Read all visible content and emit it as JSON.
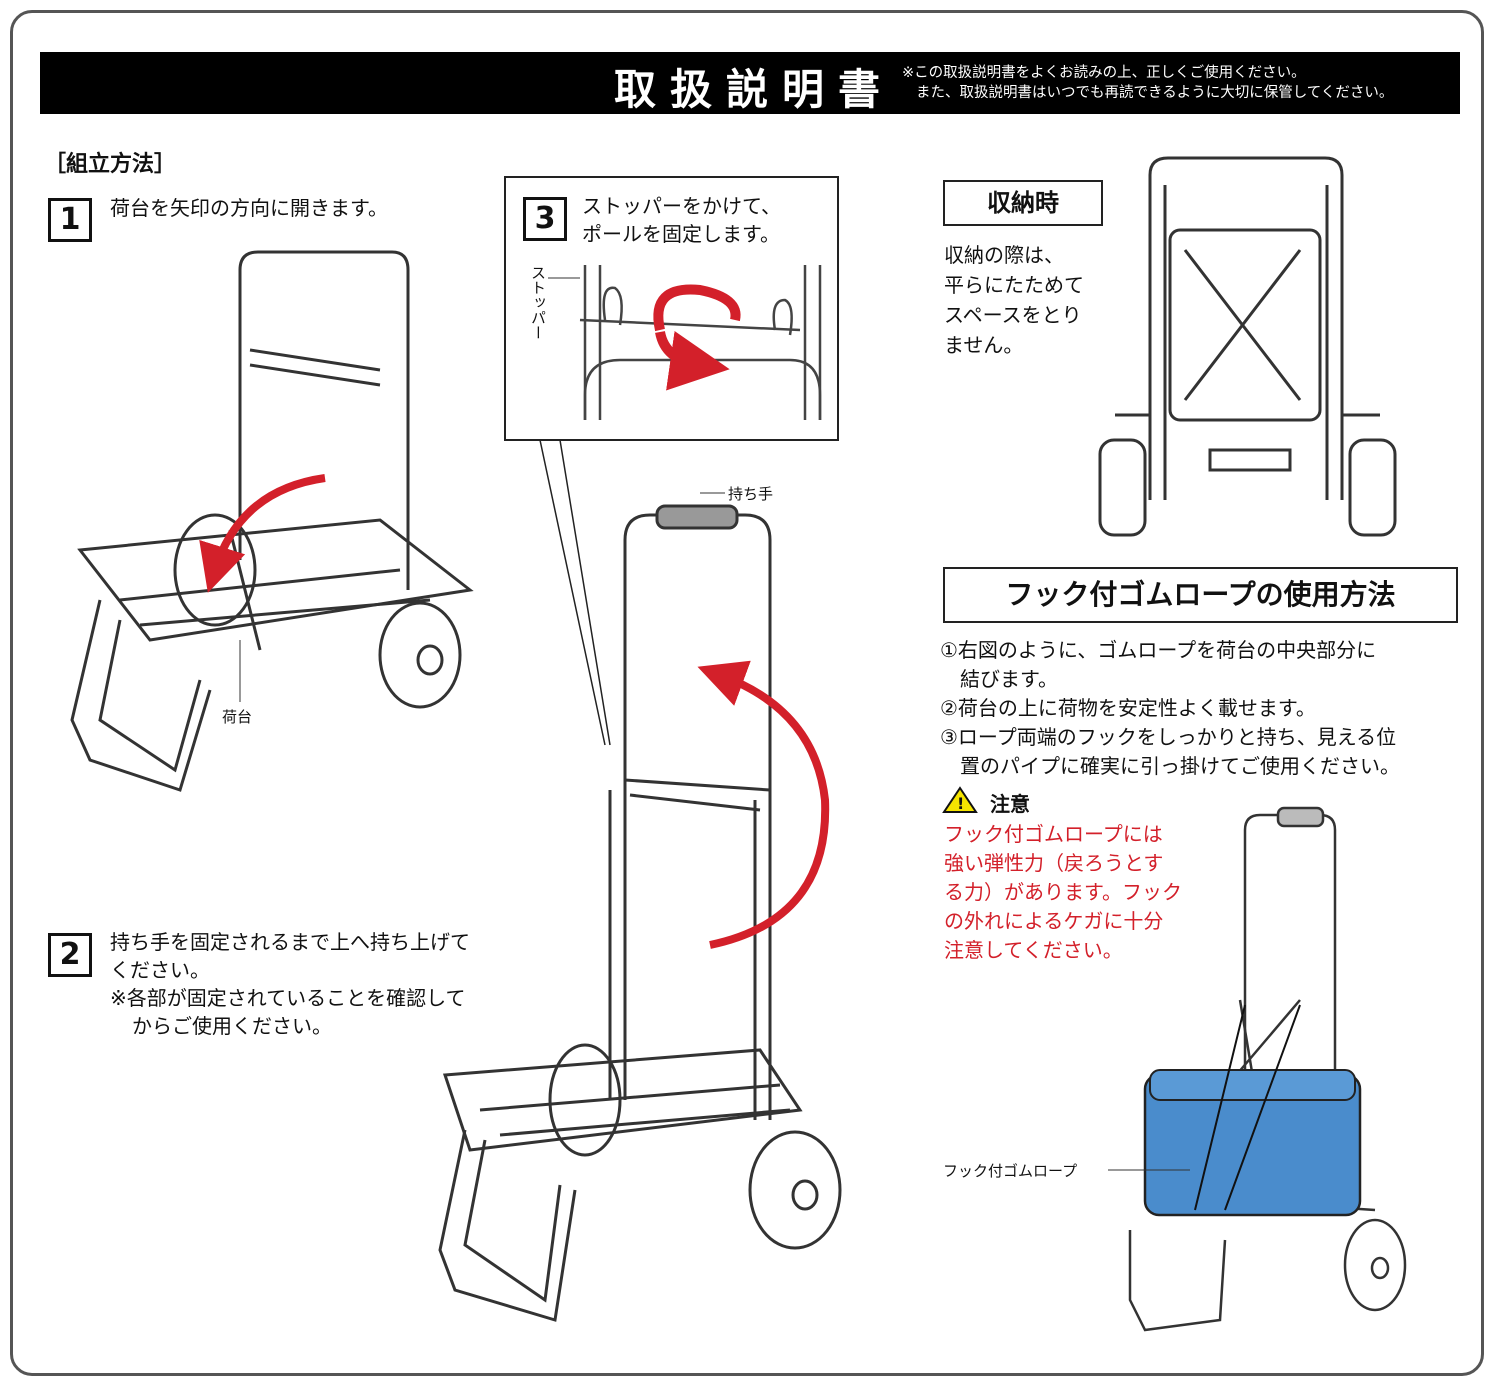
{
  "header": {
    "title": "取扱説明書",
    "note_line1": "※この取扱説明書をよくお読みの上、正しくご使用ください。",
    "note_line2": "また、取扱説明書はいつでも再読できるように大切に保管してください。"
  },
  "assembly": {
    "heading": "［組立方法］",
    "step1": {
      "number": "1",
      "text": "荷台を矢印の方向に開きます。",
      "label_deck": "荷台"
    },
    "step2": {
      "number": "2",
      "line1": "持ち手を固定されるまで上へ持ち上げて",
      "line2": "ください。",
      "line3": "※各部が固定されていることを確認して",
      "line4": "からご使用ください。",
      "label_handle": "持ち手"
    },
    "step3": {
      "number": "3",
      "line1": "ストッパーをかけて、",
      "line2": "ポールを固定します。",
      "label_stopper": "ストッパー"
    }
  },
  "storage": {
    "heading": "収納時",
    "lines": [
      "収納の際は、",
      "平らにたためて",
      "スペースをとり",
      "ません。"
    ]
  },
  "rope": {
    "heading": "フック付ゴムロープの使用方法",
    "lines": [
      "①右図のように、ゴムロープを荷台の中央部分に",
      "　結びます。",
      "②荷台の上に荷物を安定性よく載せます。",
      "③ロープ両端のフックをしっかりと持ち、見える位",
      "　置のパイプに確実に引っ掛けてご使用ください。"
    ],
    "caution_title": "注意",
    "caution_lines": [
      "フック付ゴムロープには",
      "強い弾性力（戻ろうとす",
      "る力）があります。フック",
      "の外れによるケガに十分",
      "注意してください。"
    ],
    "label_rope": "フック付ゴムロープ"
  },
  "colors": {
    "arrow": "#d3202a",
    "cooler": "#4a8ccc",
    "caution": "#d3202a",
    "warning_icon": "#f5e400"
  }
}
